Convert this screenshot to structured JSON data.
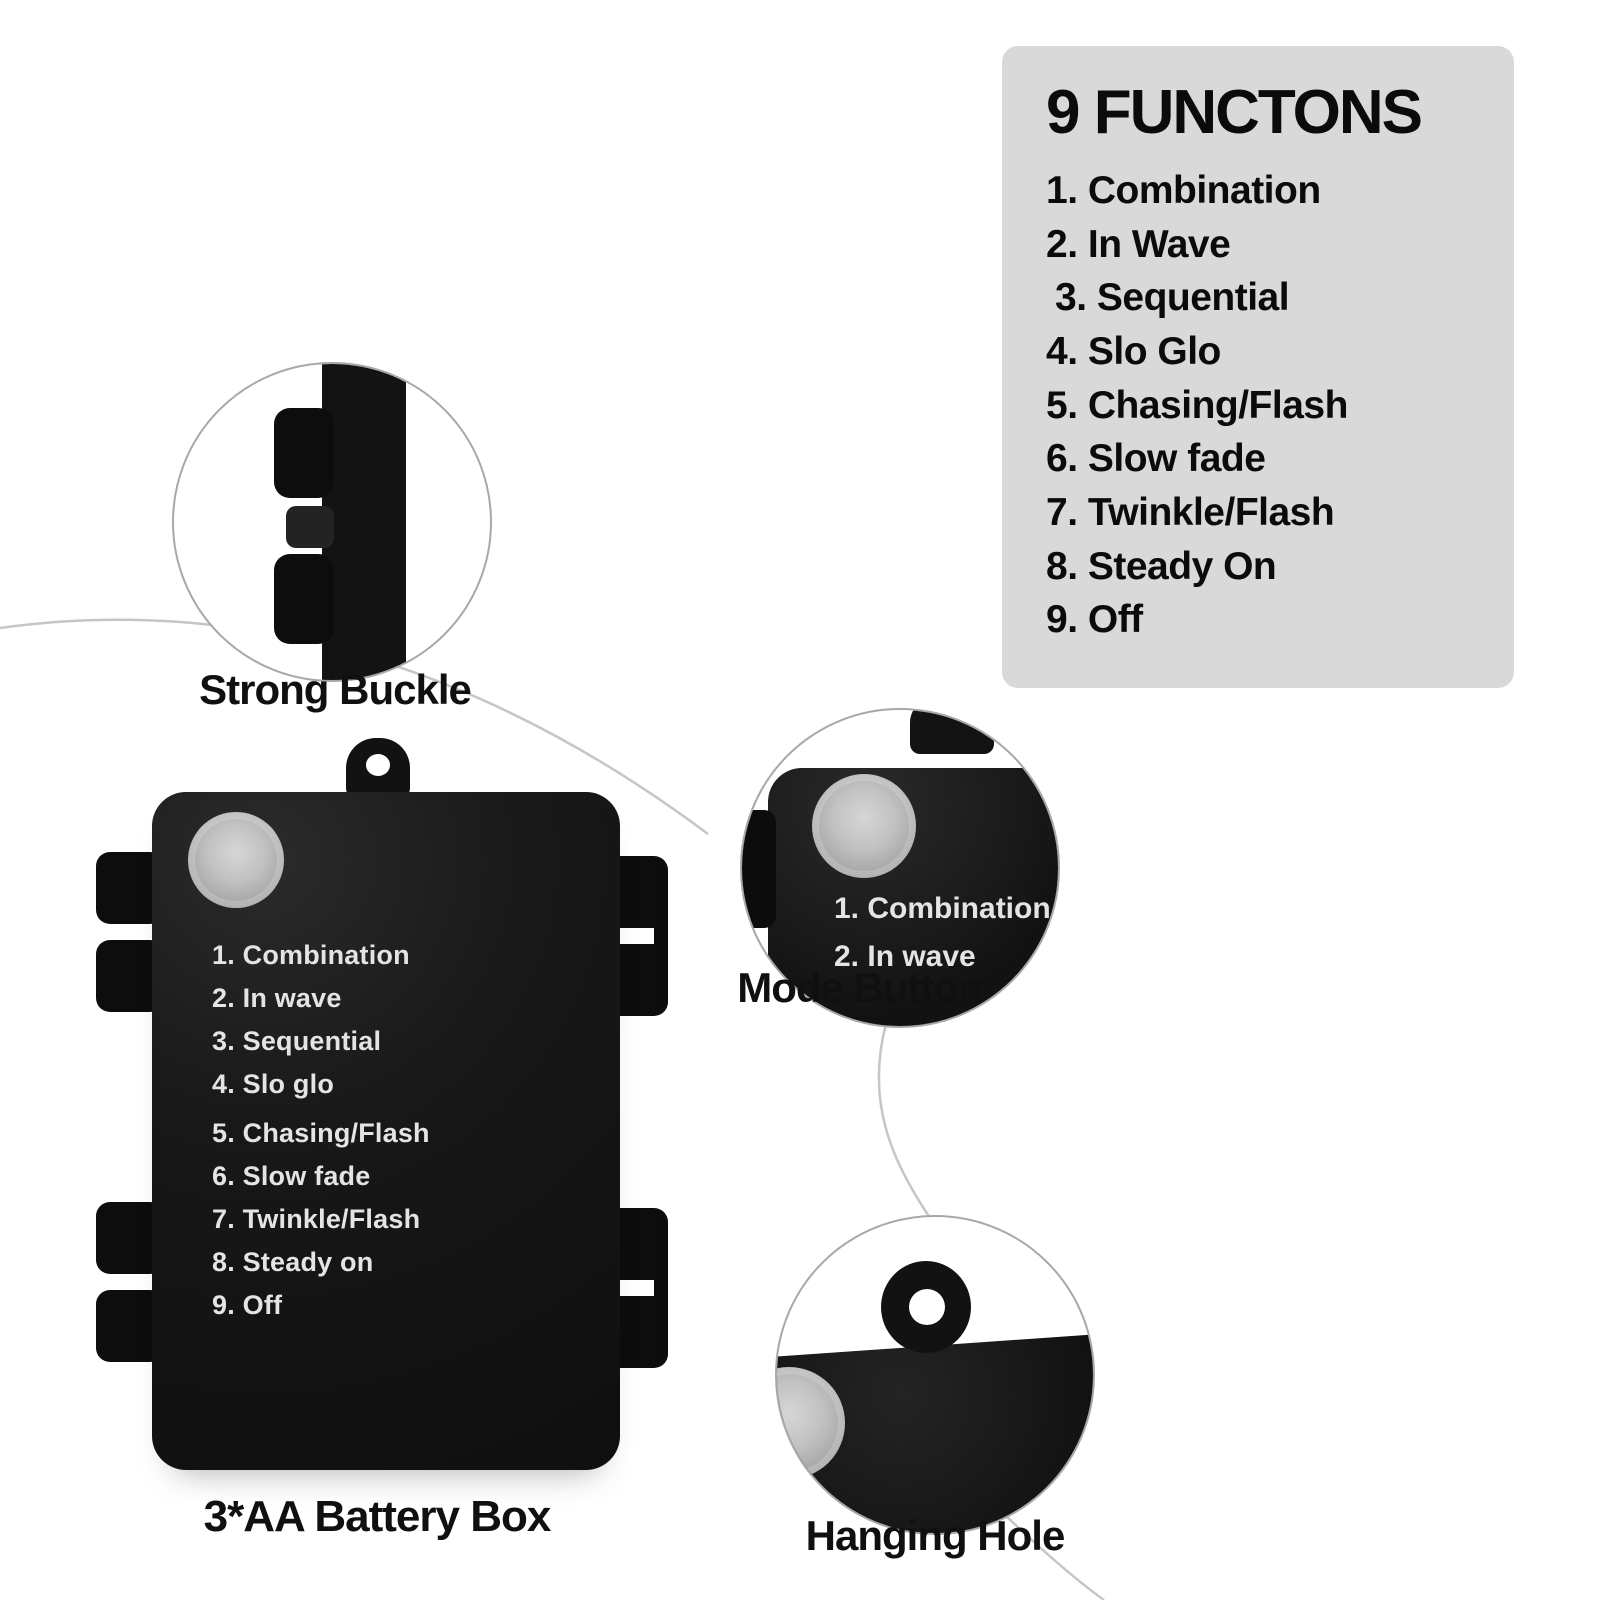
{
  "functions_panel": {
    "title": "9 FUNCTONS",
    "items": [
      "1. Combination",
      "2. In Wave",
      "3. Sequential",
      "4. Slo Glo",
      "5. Chasing/Flash",
      "6. Slow fade",
      "7. Twinkle/Flash",
      "8. Steady On",
      "9. Off"
    ]
  },
  "battery_box": {
    "label": "3*AA Battery Box",
    "modes": [
      "1. Combination",
      "2. In wave",
      "3. Sequential",
      "4. Slo glo",
      "5. Chasing/Flash",
      "6. Slow fade",
      "7. Twinkle/Flash",
      "8. Steady on",
      "9. Off"
    ]
  },
  "callouts": {
    "strong_buckle": "Strong Buckle",
    "mode_button": "Mode Button",
    "hanging_hole": "Hanging Hole"
  },
  "colors": {
    "panel_bg": "#d9d9d9",
    "device_black": "#141414",
    "button_gray": "#c2c2c2",
    "text_dark": "#0b0b0b",
    "device_text": "#e4e4e4",
    "connector_line": "#c6c6c6"
  }
}
